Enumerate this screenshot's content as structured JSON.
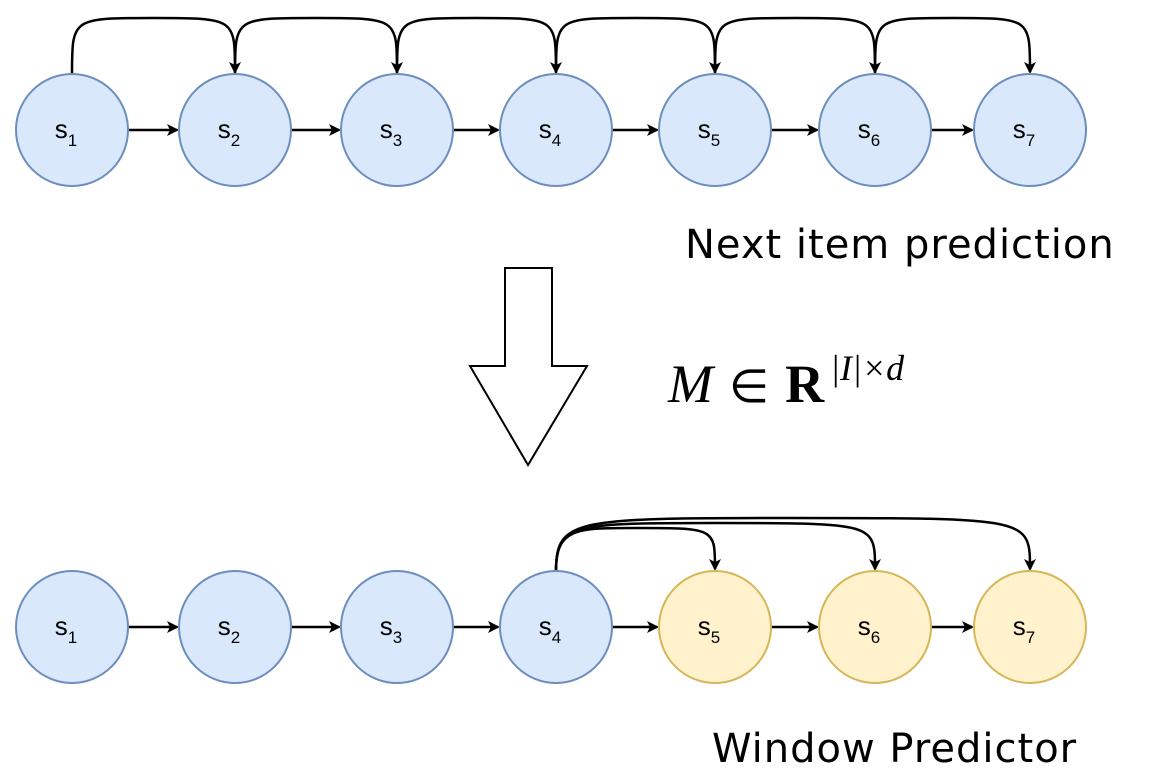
{
  "colors": {
    "blue_fill": "#dae8fc",
    "blue_stroke": "#6c8ebf",
    "yellow_fill": "#fff2cc",
    "yellow_stroke": "#d6b656",
    "edge": "#000000"
  },
  "top_chain": {
    "nodes": [
      {
        "base": "s",
        "sub": "1",
        "style": "blue"
      },
      {
        "base": "s",
        "sub": "2",
        "style": "blue"
      },
      {
        "base": "s",
        "sub": "3",
        "style": "blue"
      },
      {
        "base": "s",
        "sub": "4",
        "style": "blue"
      },
      {
        "base": "s",
        "sub": "5",
        "style": "blue"
      },
      {
        "base": "s",
        "sub": "6",
        "style": "blue"
      },
      {
        "base": "s",
        "sub": "7",
        "style": "blue"
      }
    ],
    "skip_arcs": [
      [
        1,
        2
      ],
      [
        2,
        3
      ],
      [
        3,
        4
      ],
      [
        4,
        5
      ],
      [
        5,
        6
      ],
      [
        6,
        7
      ]
    ],
    "caption": "Next item prediction"
  },
  "transform": {
    "arrow_icon": "down-arrow-icon",
    "formula": {
      "M": "M",
      "in": "∈",
      "R": "R",
      "exp": "|I|×d"
    }
  },
  "bottom_chain": {
    "nodes": [
      {
        "base": "s",
        "sub": "1",
        "style": "blue"
      },
      {
        "base": "s",
        "sub": "2",
        "style": "blue"
      },
      {
        "base": "s",
        "sub": "3",
        "style": "blue"
      },
      {
        "base": "s",
        "sub": "4",
        "style": "blue"
      },
      {
        "base": "s",
        "sub": "5",
        "style": "yellow"
      },
      {
        "base": "s",
        "sub": "6",
        "style": "yellow"
      },
      {
        "base": "s",
        "sub": "7",
        "style": "yellow"
      }
    ],
    "window_arcs": [
      [
        4,
        5
      ],
      [
        4,
        6
      ],
      [
        4,
        7
      ]
    ],
    "caption": "Window Predictor"
  }
}
